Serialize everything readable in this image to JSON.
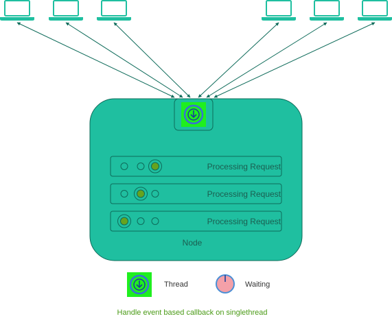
{
  "colors": {
    "teal": "#1fbfa0",
    "dark_teal": "#0e6b5a",
    "arrow": "#0e6b5a",
    "green_box": "#1fef1f",
    "blue_ring": "#3a6fd6",
    "indicator_green": "#66a31f",
    "caption": "#4a9a16",
    "waiting_fill": "#f4a0a8",
    "waiting_ring": "#4a8fd6"
  },
  "clients": [
    {
      "icon": "laptop-icon"
    },
    {
      "icon": "laptop-icon"
    },
    {
      "icon": "laptop-icon"
    },
    {
      "icon": "laptop-icon"
    },
    {
      "icon": "laptop-icon"
    },
    {
      "icon": "laptop-icon"
    }
  ],
  "node": {
    "label": "Node",
    "thread_icon": "thread-icon",
    "requests": [
      {
        "label": "Processing Request",
        "active_slot": 2
      },
      {
        "label": "Processing Request",
        "active_slot": 1
      },
      {
        "label": "Processing Request",
        "active_slot": 0
      }
    ]
  },
  "legend": {
    "thread": {
      "icon": "thread-icon",
      "label": "Thread"
    },
    "waiting": {
      "icon": "waiting-icon",
      "label": "Waiting"
    }
  },
  "caption": "Handle event based callback on singlethread"
}
